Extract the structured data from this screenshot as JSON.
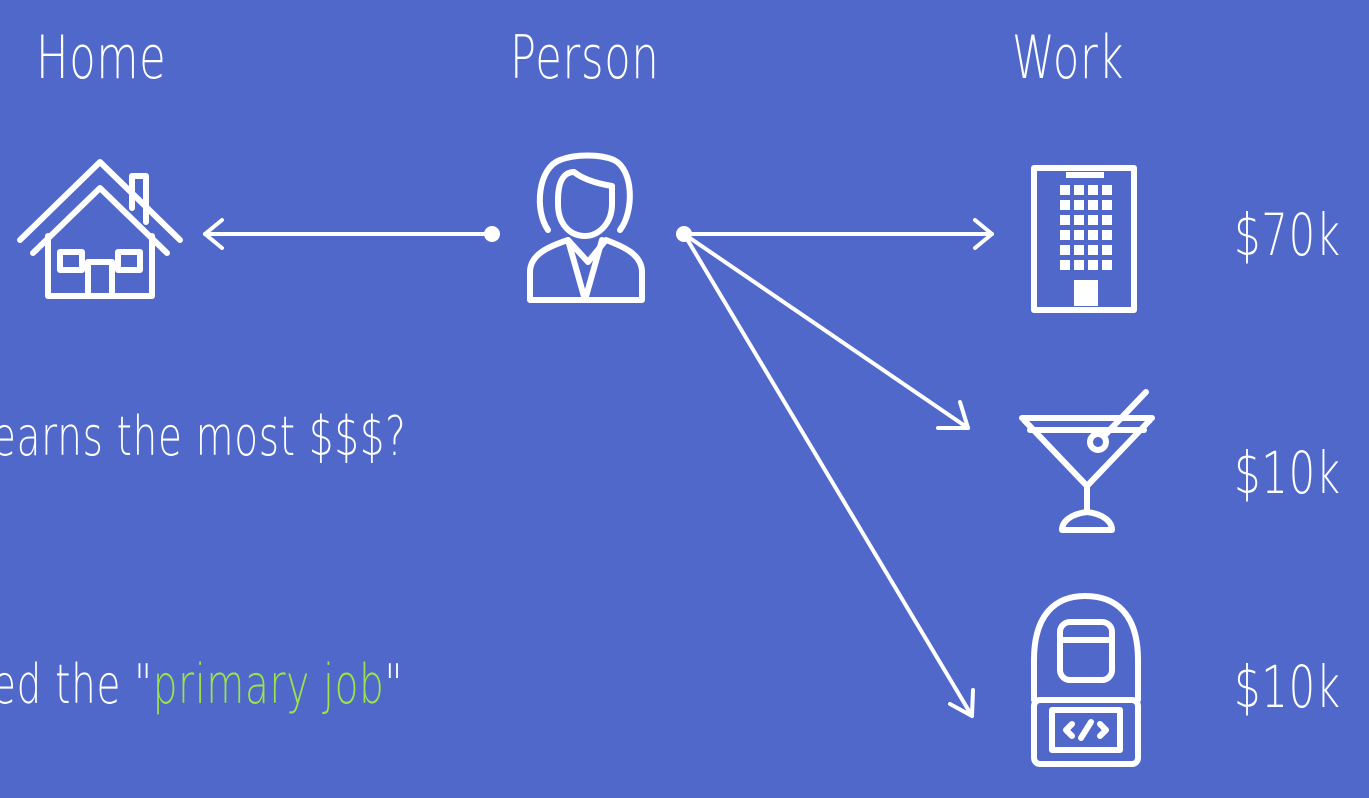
{
  "headings": {
    "home": "Home",
    "person": "Person",
    "work": "Work"
  },
  "salaries": [
    {
      "value": "$70k",
      "icon": "office-building-icon"
    },
    {
      "value": "$10k",
      "icon": "cocktail-glass-icon"
    },
    {
      "value": "$10k",
      "icon": "developer-laptop-icon"
    }
  ],
  "text": {
    "question": "earns the most $$$?",
    "primary_prefix": "ed the \"",
    "primary_highlight": "primary job",
    "primary_suffix": "\""
  },
  "colors": {
    "background": "#4f68c9",
    "foreground": "#ffffff",
    "accent": "#9be34a"
  }
}
